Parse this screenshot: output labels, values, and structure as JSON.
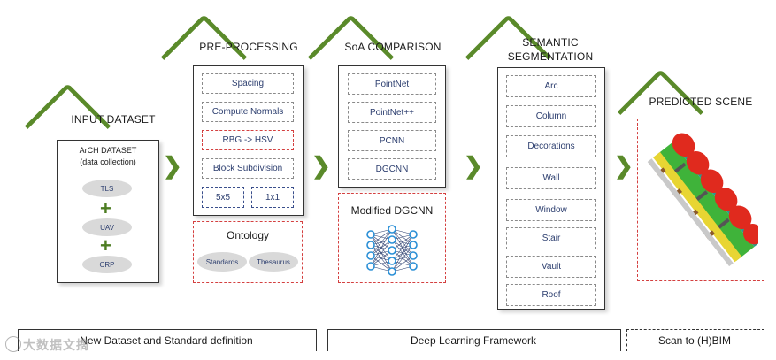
{
  "input": {
    "title": "INPUT DATASET",
    "panel_title": "ArCH DATASET",
    "panel_subtitle": "(data collection)",
    "sources": [
      "TLS",
      "UAV",
      "CRP"
    ]
  },
  "preprocessing": {
    "title": "PRE-PROCESSING",
    "steps": [
      "Spacing",
      "Compute Normals",
      "RBG -> HSV",
      "Block Subdivision"
    ],
    "blocks": [
      "5x5",
      "1x1"
    ],
    "ontology_title": "Ontology",
    "ontology_items": [
      "Standards",
      "Thesaurus"
    ]
  },
  "soa": {
    "title": "SoA COMPARISON",
    "models": [
      "PointNet",
      "PointNet++",
      "PCNN",
      "DGCNN"
    ],
    "modified_title": "Modified DGCNN"
  },
  "segmentation": {
    "title_line1": "SEMANTIC",
    "title_line2": "SEGMENTATION",
    "classes": [
      "Arc",
      "Column",
      "Decorations",
      "Wall",
      "Window",
      "Stair",
      "Vault",
      "Roof"
    ]
  },
  "predicted": {
    "title": "PREDICTED SCENE"
  },
  "footer": {
    "left": "New Dataset and Standard definition",
    "middle": "Deep Learning Framework",
    "right": "Scan to (H)BIM"
  },
  "watermark": "大数据文摘",
  "colors": {
    "accent_green": "#5a8a2a",
    "dash_red": "#d44040",
    "dash_blue": "#3a4f8c",
    "text_blue": "#2b3d6e"
  }
}
